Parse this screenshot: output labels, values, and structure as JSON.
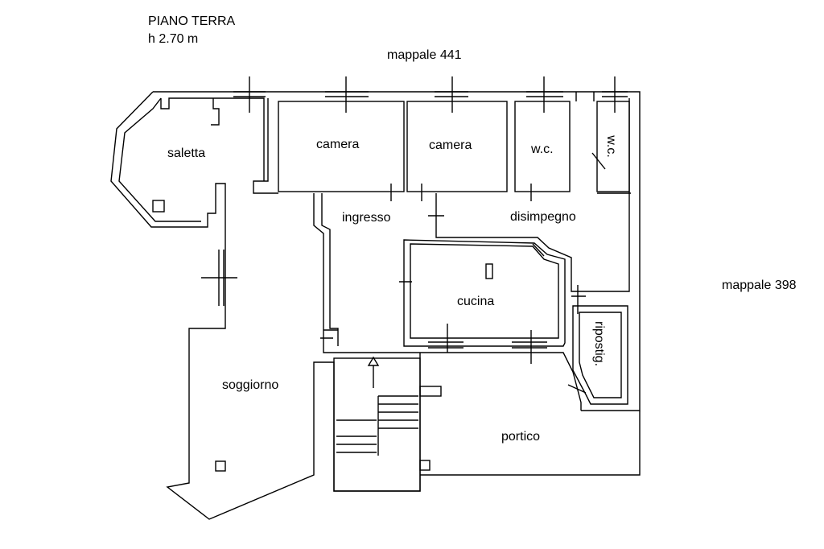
{
  "header": {
    "floor": "PIANO TERRA",
    "height": "h 2.70 m"
  },
  "neighbors": {
    "north": "mappale 441",
    "east": "mappale 398"
  },
  "rooms": {
    "saletta": "saletta",
    "camera_1": "camera",
    "camera_2": "camera",
    "wc_1": "w.c.",
    "wc_2": "w.c.",
    "ingresso": "ingresso",
    "disimpegno": "disimpegno",
    "cucina": "cucina",
    "riposti": "ripostig.",
    "soggiorno": "soggiorno",
    "portico": "portico"
  }
}
